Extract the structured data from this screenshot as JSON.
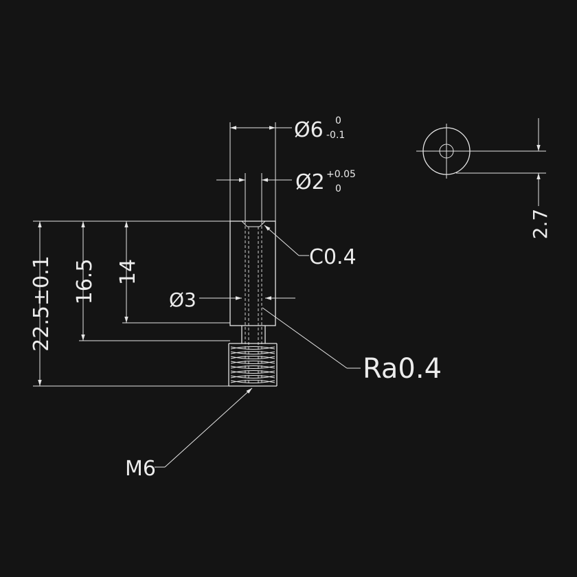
{
  "labels": {
    "outer_diameter": "Ø6",
    "outer_tol_upper": "0",
    "outer_tol_lower": "-0.1",
    "bore_diameter": "Ø2",
    "bore_tol_upper": "+0.05",
    "bore_tol_lower": "0",
    "chamfer": "C0.4",
    "mid_diameter": "Ø3",
    "roughness": "Ra0.4",
    "thread": "M6",
    "total_length": "22.5±0.1",
    "length_16": "16.5",
    "length_14": "14",
    "end_offset": "2.7"
  },
  "colors": {
    "background": "#141414",
    "line": "#e6e6e6"
  }
}
